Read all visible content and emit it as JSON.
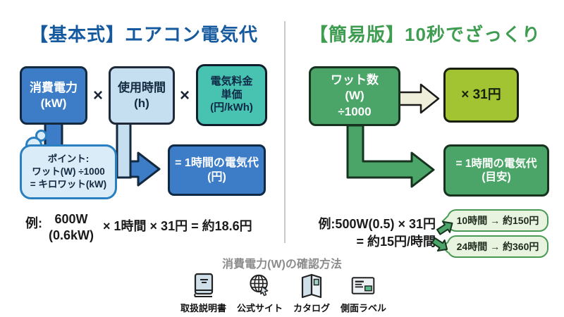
{
  "left_panel": {
    "title": "【基本式】エアコン電気代",
    "box_power": {
      "line1": "消費電力",
      "line2": "(kW)"
    },
    "multiply_1": "×",
    "box_time": {
      "line1": "使用時間",
      "line2": "(h)"
    },
    "multiply_2": "×",
    "box_rate": {
      "line1": "電気料金",
      "line2": "単価",
      "line3": "(円/kWh)"
    },
    "callout": {
      "line1": "ポイント:",
      "line2": "ワット(W) ÷1000",
      "line3": "= キロワット(kW)"
    },
    "result_box": {
      "line1": "= 1時間の電気代",
      "line2": "(円)"
    },
    "example": {
      "prefix": "例:",
      "watts": "600W",
      "kilowatts": "(0.6kW)",
      "rest": "× 1時間 × 31円 = 約18.6円"
    }
  },
  "right_panel": {
    "title": "【簡易版】10秒でざっくり",
    "box_watts": {
      "line1": "ワット数",
      "line2": "(W)",
      "line3": "÷1000"
    },
    "box_rate": "× 31円",
    "result_box": {
      "line1": "= 1時間の電気代",
      "line2": "(目安)"
    },
    "example": {
      "line1": "例:500W(0.5) × 31円",
      "line2": "= 約15円/時間"
    },
    "bubbles": [
      {
        "label": "10時間 → 約150円"
      },
      {
        "label": "24時間 → 約360円"
      }
    ]
  },
  "footer": {
    "title": "消費電力(W)の確認方法",
    "methods": [
      {
        "icon": "manual-book-icon",
        "label": "取扱説明書"
      },
      {
        "icon": "globe-icon",
        "label": "公式サイト"
      },
      {
        "icon": "catalog-icon",
        "label": "カタログ"
      },
      {
        "icon": "side-label-icon",
        "label": "側面ラベル"
      }
    ]
  },
  "colors": {
    "left_accent": "#15599f",
    "right_accent": "#3f9d52",
    "blue_box": "#3d7dc8",
    "light_blue_box": "#c5def0",
    "teal_box": "#49c3b1",
    "callout_bg": "#d9ecf8",
    "callout_border": "#2a7fc0",
    "green_box": "#4ba568",
    "yellow_green_box": "#a2c433",
    "cream_arrow": "#efeeda",
    "bubble_bg": "#e8f4e0",
    "bubble_border": "#4a9a55",
    "dark_navy": "#13293f",
    "footer_gray": "#8c8c8c"
  }
}
